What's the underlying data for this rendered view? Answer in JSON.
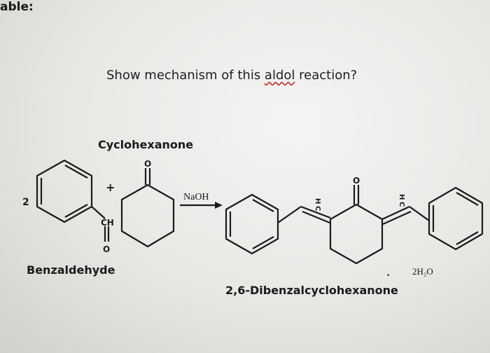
{
  "corner_fragment": "able:",
  "question": {
    "part1": "Show mechanism of this ",
    "part2": "aldol",
    "part3": " reaction?"
  },
  "labels": {
    "cyclohexanone": "Cyclohexanone",
    "benzaldehyde": "Benzaldehyde",
    "product": "2,6-Dibenzalcyclohexanone",
    "reagent": "NaOH",
    "byproduct": "2H₂O",
    "coefficient": "2",
    "plus": "+",
    "bullet": "•",
    "aldehyde_ch": "CH",
    "oxygen": "O",
    "h_left": "H",
    "c_left": "C",
    "h_right": "H",
    "c_right": "C"
  }
}
